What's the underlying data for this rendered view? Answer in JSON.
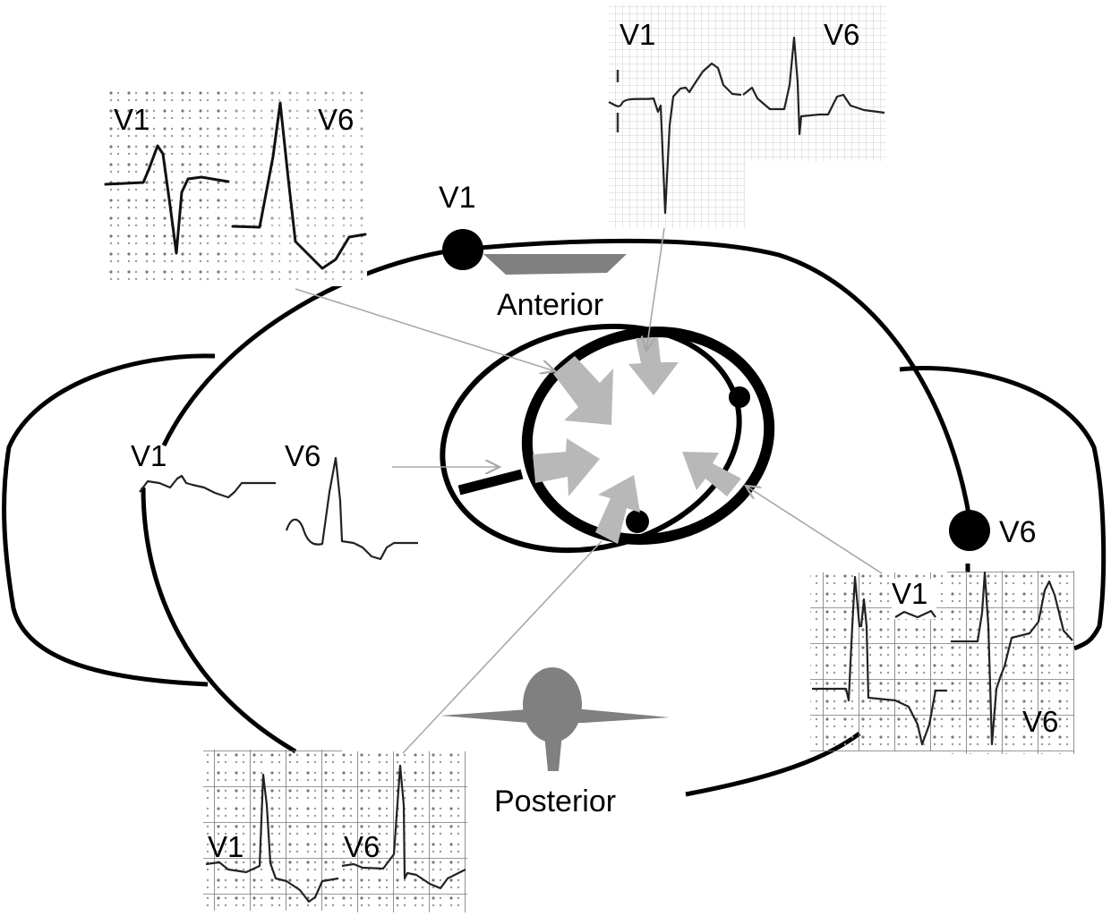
{
  "title": "Chest cross-section with V1/V6 ECG patterns by accessory pathway location",
  "labels": {
    "anterior": "Anterior",
    "posterior": "Posterior",
    "electrode_v1": "V1",
    "electrode_v6": "V6"
  },
  "ecg_panels": [
    {
      "id": "top-left",
      "grid": "dotted",
      "leads": [
        "V1",
        "V6"
      ],
      "pattern": "V1 biphasic small R then deep S; V6 tall R with inverted T"
    },
    {
      "id": "top-center",
      "grid": "lined",
      "leads": [
        "V1",
        "V6"
      ],
      "pattern": "V1 deep QS with ST elevation; V6 upright R with upright T"
    },
    {
      "id": "middle-left",
      "grid": "none",
      "leads": [
        "V1",
        "V6"
      ],
      "pattern": "V1 low amplitude flat; V6 tall narrow R"
    },
    {
      "id": "bottom-right",
      "grid": "dotted-lined",
      "leads": [
        "V1",
        "V6"
      ],
      "pattern": "V1 tall R with inverted T; V6 deep S with tall T"
    },
    {
      "id": "bottom-left",
      "grid": "dotted-lined",
      "leads": [
        "V1",
        "V6"
      ],
      "pattern": "V1 tall R with inverted T; V6 tall R with low T"
    }
  ],
  "colors": {
    "outline": "#000000",
    "activation_arrows": "#b8b8b8",
    "pointer_lines": "#a8a8a8",
    "anatomy_gray": "#808080",
    "grid": "#c8c8c8"
  }
}
